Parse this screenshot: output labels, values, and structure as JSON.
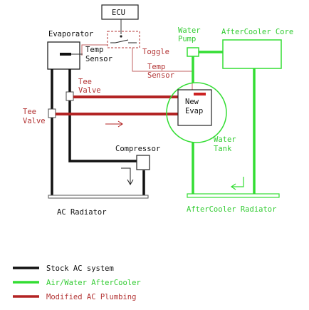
{
  "colors": {
    "stock": "#111111",
    "aftercooler": "#33dd33",
    "modified": "#b32424",
    "thin_wire": "#c06060"
  },
  "labels": {
    "ecu": "ECU",
    "evaporator": "Evaporator",
    "temp_sensor_1_line1": "Temp",
    "temp_sensor_1_line2": "Sensor",
    "toggle": "Toggle",
    "water_pump_line1": "Water",
    "water_pump_line2": "Pump",
    "aftercooler_core": "AfterCooler Core",
    "temp_sensor_2_line1": "Temp",
    "temp_sensor_2_line2": "Sensor",
    "tee_valve_upper_line1": "Tee",
    "tee_valve_upper_line2": "Valve",
    "tee_valve_lower_line1": "Tee",
    "tee_valve_lower_line2": "Valve",
    "new_evap_line1": "New",
    "new_evap_line2": "Evap",
    "water_tank_line1": "Water",
    "water_tank_line2": "Tank",
    "compressor": "Compressor",
    "ac_radiator": "AC Radiator",
    "aftercooler_radiator": "AfterCooler Radiator"
  },
  "legend": [
    {
      "label": "Stock AC system",
      "color": "#111111"
    },
    {
      "label": "Air/Water AfterCooler",
      "color": "#33dd33"
    },
    {
      "label": "Modified AC Plumbing",
      "color": "#b32424"
    }
  ]
}
